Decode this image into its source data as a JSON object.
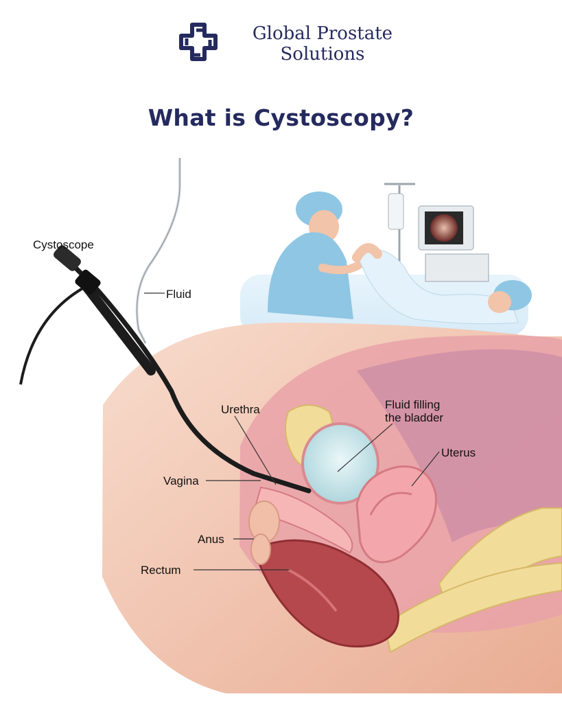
{
  "brand": {
    "name_line1": "Global Prostate",
    "name_line2": "Solutions",
    "color": "#252a5e"
  },
  "headline": "What is Cystoscopy?",
  "diagram": {
    "labels": {
      "cystoscope": "Cystoscope",
      "fluid": "Fluid",
      "urethra": "Urethra",
      "fluid_filling_1": "Fluid filling",
      "fluid_filling_2": "the bladder",
      "uterus": "Uterus",
      "vagina": "Vagina",
      "anus": "Anus",
      "rectum": "Rectum"
    },
    "colors": {
      "skin": "#f3c9b5",
      "tissue_pink": "#f4a7a9",
      "bone": "#f1dc9a",
      "bladder": "#cde9ee",
      "rectum": "#b5484c",
      "scrubs": "#8fc6e4",
      "instrument": "#1c1c1c"
    }
  }
}
